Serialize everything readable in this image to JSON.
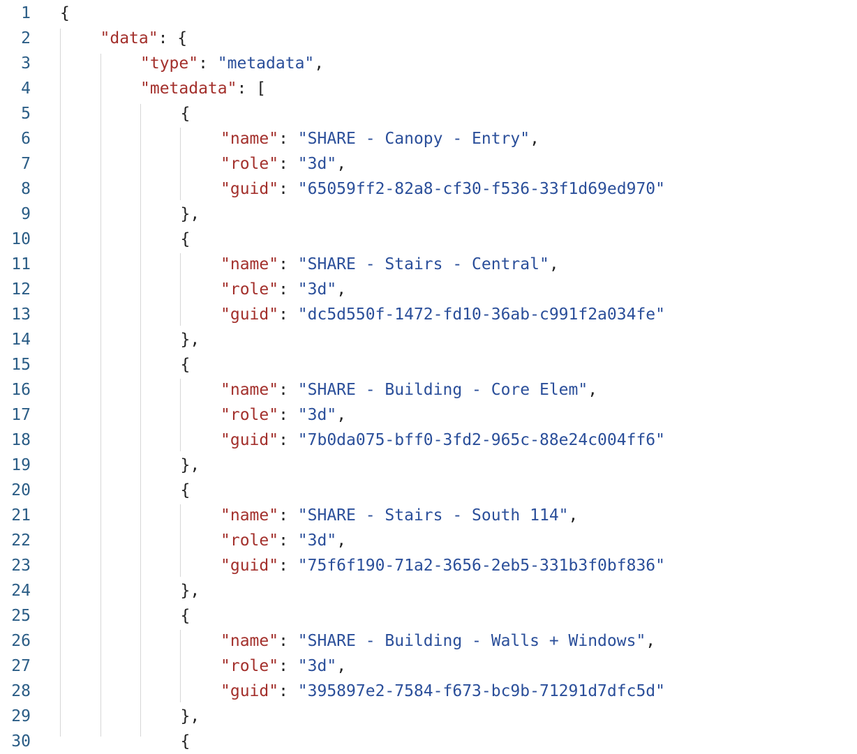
{
  "lines": [
    {
      "n": "1",
      "indent": 0,
      "parts": [
        {
          "t": "punc",
          "v": "{"
        }
      ]
    },
    {
      "n": "2",
      "indent": 1,
      "parts": [
        {
          "t": "key",
          "v": "\"data\""
        },
        {
          "t": "punc",
          "v": ": {"
        }
      ]
    },
    {
      "n": "3",
      "indent": 2,
      "parts": [
        {
          "t": "key",
          "v": "\"type\""
        },
        {
          "t": "punc",
          "v": ": "
        },
        {
          "t": "str",
          "v": "\"metadata\""
        },
        {
          "t": "punc",
          "v": ","
        }
      ]
    },
    {
      "n": "4",
      "indent": 2,
      "parts": [
        {
          "t": "key",
          "v": "\"metadata\""
        },
        {
          "t": "punc",
          "v": ": ["
        }
      ]
    },
    {
      "n": "5",
      "indent": 3,
      "parts": [
        {
          "t": "punc",
          "v": "{"
        }
      ]
    },
    {
      "n": "6",
      "indent": 4,
      "parts": [
        {
          "t": "key",
          "v": "\"name\""
        },
        {
          "t": "punc",
          "v": ": "
        },
        {
          "t": "str",
          "v": "\"SHARE - Canopy - Entry\""
        },
        {
          "t": "punc",
          "v": ","
        }
      ]
    },
    {
      "n": "7",
      "indent": 4,
      "parts": [
        {
          "t": "key",
          "v": "\"role\""
        },
        {
          "t": "punc",
          "v": ": "
        },
        {
          "t": "str",
          "v": "\"3d\""
        },
        {
          "t": "punc",
          "v": ","
        }
      ]
    },
    {
      "n": "8",
      "indent": 4,
      "parts": [
        {
          "t": "key",
          "v": "\"guid\""
        },
        {
          "t": "punc",
          "v": ": "
        },
        {
          "t": "str",
          "v": "\"65059ff2-82a8-cf30-f536-33f1d69ed970\""
        }
      ]
    },
    {
      "n": "9",
      "indent": 3,
      "parts": [
        {
          "t": "punc",
          "v": "},"
        }
      ]
    },
    {
      "n": "10",
      "indent": 3,
      "parts": [
        {
          "t": "punc",
          "v": "{"
        }
      ]
    },
    {
      "n": "11",
      "indent": 4,
      "parts": [
        {
          "t": "key",
          "v": "\"name\""
        },
        {
          "t": "punc",
          "v": ": "
        },
        {
          "t": "str",
          "v": "\"SHARE - Stairs - Central\""
        },
        {
          "t": "punc",
          "v": ","
        }
      ]
    },
    {
      "n": "12",
      "indent": 4,
      "parts": [
        {
          "t": "key",
          "v": "\"role\""
        },
        {
          "t": "punc",
          "v": ": "
        },
        {
          "t": "str",
          "v": "\"3d\""
        },
        {
          "t": "punc",
          "v": ","
        }
      ]
    },
    {
      "n": "13",
      "indent": 4,
      "parts": [
        {
          "t": "key",
          "v": "\"guid\""
        },
        {
          "t": "punc",
          "v": ": "
        },
        {
          "t": "str",
          "v": "\"dc5d550f-1472-fd10-36ab-c991f2a034fe\""
        }
      ]
    },
    {
      "n": "14",
      "indent": 3,
      "parts": [
        {
          "t": "punc",
          "v": "},"
        }
      ]
    },
    {
      "n": "15",
      "indent": 3,
      "parts": [
        {
          "t": "punc",
          "v": "{"
        }
      ]
    },
    {
      "n": "16",
      "indent": 4,
      "parts": [
        {
          "t": "key",
          "v": "\"name\""
        },
        {
          "t": "punc",
          "v": ": "
        },
        {
          "t": "str",
          "v": "\"SHARE - Building - Core Elem\""
        },
        {
          "t": "punc",
          "v": ","
        }
      ]
    },
    {
      "n": "17",
      "indent": 4,
      "parts": [
        {
          "t": "key",
          "v": "\"role\""
        },
        {
          "t": "punc",
          "v": ": "
        },
        {
          "t": "str",
          "v": "\"3d\""
        },
        {
          "t": "punc",
          "v": ","
        }
      ]
    },
    {
      "n": "18",
      "indent": 4,
      "parts": [
        {
          "t": "key",
          "v": "\"guid\""
        },
        {
          "t": "punc",
          "v": ": "
        },
        {
          "t": "str",
          "v": "\"7b0da075-bff0-3fd2-965c-88e24c004ff6\""
        }
      ]
    },
    {
      "n": "19",
      "indent": 3,
      "parts": [
        {
          "t": "punc",
          "v": "},"
        }
      ]
    },
    {
      "n": "20",
      "indent": 3,
      "parts": [
        {
          "t": "punc",
          "v": "{"
        }
      ]
    },
    {
      "n": "21",
      "indent": 4,
      "parts": [
        {
          "t": "key",
          "v": "\"name\""
        },
        {
          "t": "punc",
          "v": ": "
        },
        {
          "t": "str",
          "v": "\"SHARE - Stairs - South 114\""
        },
        {
          "t": "punc",
          "v": ","
        }
      ]
    },
    {
      "n": "22",
      "indent": 4,
      "parts": [
        {
          "t": "key",
          "v": "\"role\""
        },
        {
          "t": "punc",
          "v": ": "
        },
        {
          "t": "str",
          "v": "\"3d\""
        },
        {
          "t": "punc",
          "v": ","
        }
      ]
    },
    {
      "n": "23",
      "indent": 4,
      "parts": [
        {
          "t": "key",
          "v": "\"guid\""
        },
        {
          "t": "punc",
          "v": ": "
        },
        {
          "t": "str",
          "v": "\"75f6f190-71a2-3656-2eb5-331b3f0bf836\""
        }
      ]
    },
    {
      "n": "24",
      "indent": 3,
      "parts": [
        {
          "t": "punc",
          "v": "},"
        }
      ]
    },
    {
      "n": "25",
      "indent": 3,
      "parts": [
        {
          "t": "punc",
          "v": "{"
        }
      ]
    },
    {
      "n": "26",
      "indent": 4,
      "parts": [
        {
          "t": "key",
          "v": "\"name\""
        },
        {
          "t": "punc",
          "v": ": "
        },
        {
          "t": "str",
          "v": "\"SHARE - Building - Walls + Windows\""
        },
        {
          "t": "punc",
          "v": ","
        }
      ]
    },
    {
      "n": "27",
      "indent": 4,
      "parts": [
        {
          "t": "key",
          "v": "\"role\""
        },
        {
          "t": "punc",
          "v": ": "
        },
        {
          "t": "str",
          "v": "\"3d\""
        },
        {
          "t": "punc",
          "v": ","
        }
      ]
    },
    {
      "n": "28",
      "indent": 4,
      "parts": [
        {
          "t": "key",
          "v": "\"guid\""
        },
        {
          "t": "punc",
          "v": ": "
        },
        {
          "t": "str",
          "v": "\"395897e2-7584-f673-bc9b-71291d7dfc5d\""
        }
      ]
    },
    {
      "n": "29",
      "indent": 3,
      "parts": [
        {
          "t": "punc",
          "v": "},"
        }
      ]
    },
    {
      "n": "30",
      "indent": 3,
      "parts": [
        {
          "t": "punc",
          "v": "{"
        }
      ]
    }
  ],
  "colors": {
    "key": "#a3302c",
    "string": "#2b4f9a",
    "punctuation": "#222222",
    "line_number": "#2b5d86",
    "indent_guide": "#d6d6d6",
    "background": "#ffffff"
  }
}
